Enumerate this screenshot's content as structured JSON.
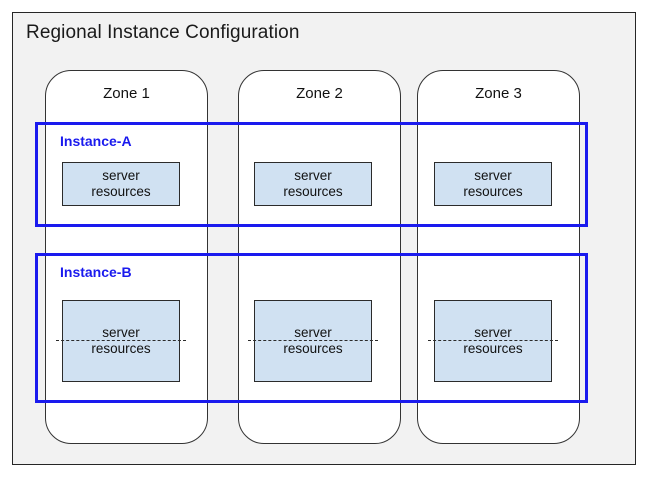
{
  "diagram": {
    "title": "Regional Instance Configuration",
    "colors": {
      "background": "#f2f2f2",
      "outer_border": "#262626",
      "zone_fill": "#ffffff",
      "zone_border": "#333333",
      "instance_accent": "#1a1aee",
      "server_fill": "#d0e1f2",
      "server_border": "#2b2b2b",
      "text": "#111111"
    },
    "zones": [
      {
        "label": "Zone 1"
      },
      {
        "label": "Zone 2"
      },
      {
        "label": "Zone 3"
      }
    ],
    "instances": [
      {
        "label": "Instance-A",
        "style": "solid",
        "servers": [
          {
            "line1": "server",
            "line2": "resources"
          },
          {
            "line1": "server",
            "line2": "resources"
          },
          {
            "line1": "server",
            "line2": "resources"
          }
        ]
      },
      {
        "label": "Instance-B",
        "style": "split-dashed",
        "servers": [
          {
            "line1": "server",
            "line2": "resources"
          },
          {
            "line1": "server",
            "line2": "resources"
          },
          {
            "line1": "server",
            "line2": "resources"
          }
        ]
      }
    ]
  }
}
